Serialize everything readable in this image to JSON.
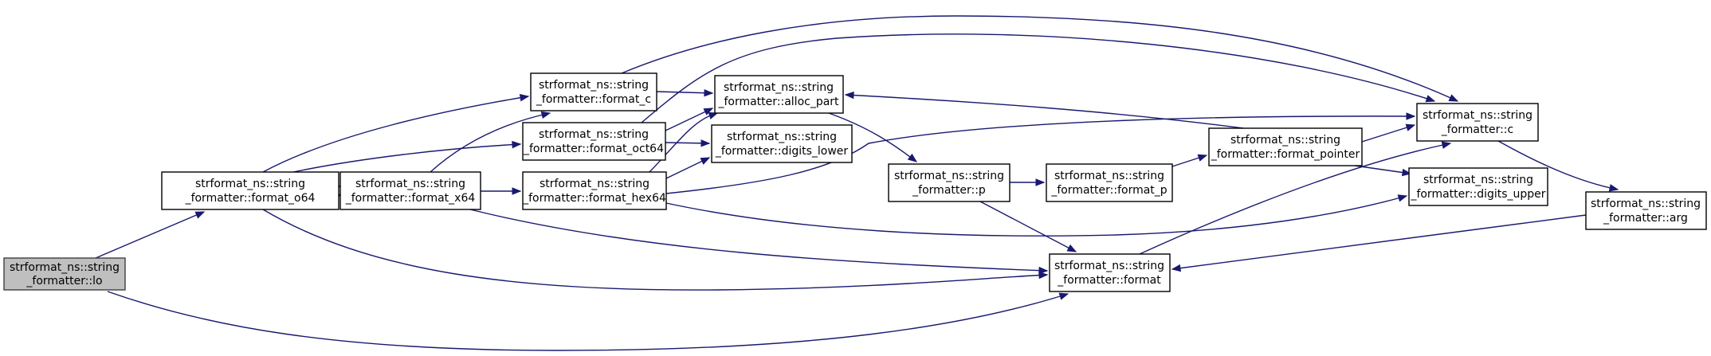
{
  "nodes": [
    {
      "id": "lo",
      "line1": "strformat_ns::string",
      "line2": "_formatter::lo",
      "active": true
    },
    {
      "id": "format_o64",
      "line1": "strformat_ns::string",
      "line2": "_formatter::format_o64"
    },
    {
      "id": "format_x64",
      "line1": "strformat_ns::string",
      "line2": "_formatter::format_x64"
    },
    {
      "id": "format_c",
      "line1": "strformat_ns::string",
      "line2": "_formatter::format_c"
    },
    {
      "id": "format_oct64",
      "line1": "strformat_ns::string",
      "line2": "_formatter::format_oct64"
    },
    {
      "id": "format_hex64",
      "line1": "strformat_ns::string",
      "line2": "_formatter::format_hex64"
    },
    {
      "id": "alloc_part",
      "line1": "strformat_ns::string",
      "line2": "_formatter::alloc_part"
    },
    {
      "id": "digits_lower",
      "line1": "strformat_ns::string",
      "line2": "_formatter::digits_lower"
    },
    {
      "id": "p",
      "line1": "strformat_ns::string",
      "line2": "_formatter::p"
    },
    {
      "id": "format_p",
      "line1": "strformat_ns::string",
      "line2": "_formatter::format_p"
    },
    {
      "id": "format",
      "line1": "strformat_ns::string",
      "line2": "_formatter::format"
    },
    {
      "id": "format_pointer",
      "line1": "strformat_ns::string",
      "line2": "_formatter::format_pointer"
    },
    {
      "id": "c",
      "line1": "strformat_ns::string",
      "line2": "_formatter::c"
    },
    {
      "id": "digits_upper",
      "line1": "strformat_ns::string",
      "line2": "_formatter::digits_upper"
    },
    {
      "id": "arg",
      "line1": "strformat_ns::string",
      "line2": "_formatter::arg"
    }
  ],
  "edges": [
    {
      "from": "lo",
      "to": "format_o64"
    },
    {
      "from": "lo",
      "to": "format"
    },
    {
      "from": "format_o64",
      "to": "format_c"
    },
    {
      "from": "format_o64",
      "to": "format_oct64"
    },
    {
      "from": "format_o64",
      "to": "format_x64"
    },
    {
      "from": "format_o64",
      "to": "format"
    },
    {
      "from": "format_x64",
      "to": "format_o64"
    },
    {
      "from": "format_x64",
      "to": "format_c"
    },
    {
      "from": "format_x64",
      "to": "format_hex64"
    },
    {
      "from": "format_x64",
      "to": "format"
    },
    {
      "from": "format_c",
      "to": "alloc_part"
    },
    {
      "from": "format_c",
      "to": "c"
    },
    {
      "from": "format_oct64",
      "to": "alloc_part"
    },
    {
      "from": "format_oct64",
      "to": "digits_lower"
    },
    {
      "from": "format_oct64",
      "to": "c"
    },
    {
      "from": "format_hex64",
      "to": "alloc_part"
    },
    {
      "from": "format_hex64",
      "to": "digits_lower"
    },
    {
      "from": "format_hex64",
      "to": "c"
    },
    {
      "from": "format_hex64",
      "to": "digits_upper"
    },
    {
      "from": "alloc_part",
      "to": "p"
    },
    {
      "from": "p",
      "to": "format_p"
    },
    {
      "from": "p",
      "to": "format"
    },
    {
      "from": "format_p",
      "to": "format_pointer"
    },
    {
      "from": "format_pointer",
      "to": "alloc_part"
    },
    {
      "from": "format_pointer",
      "to": "c"
    },
    {
      "from": "format_pointer",
      "to": "digits_upper"
    },
    {
      "from": "format",
      "to": "c"
    },
    {
      "from": "c",
      "to": "arg"
    },
    {
      "from": "arg",
      "to": "format"
    }
  ],
  "colors": {
    "edge": "#191970",
    "active_fill": "#bfbfbf",
    "box_fill": "#ffffff"
  }
}
